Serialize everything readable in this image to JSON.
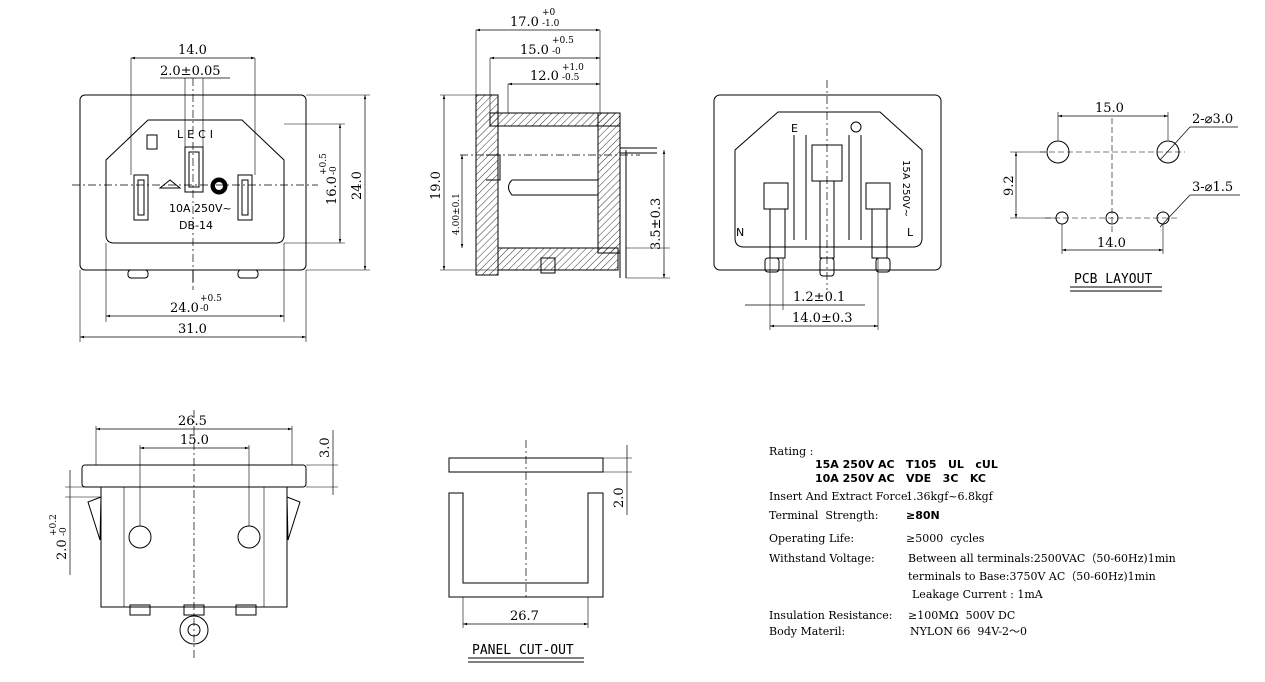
{
  "front_view": {
    "dim_width_top": "14.0",
    "dim_pin_tol": "2.0±0.05",
    "dim_height_inner": "16.0",
    "dim_height_inner_tol_plus": "+0.5",
    "dim_height_inner_tol_minus": "-0",
    "dim_height_outer": "24.0",
    "dim_width_inner": "24.0",
    "dim_width_inner_tol_plus": "+0.5",
    "dim_width_inner_tol_minus": "-0",
    "dim_width_outer": "31.0",
    "marking_brand": "LECI",
    "marking_rating": "10A 250V~",
    "marking_model": "DB-14"
  },
  "side_view": {
    "dim_top": "17.0",
    "dim_top_tol_plus": "+0",
    "dim_top_tol_minus": "-1.0",
    "dim_mid": "15.0",
    "dim_mid_tol_plus": "+0.5",
    "dim_mid_tol_minus": "-0",
    "dim_low": "12.0",
    "dim_low_tol_plus": "+1.0",
    "dim_low_tol_minus": "-0.5",
    "dim_height": "19.0",
    "dim_height_small": "4.00±0.1",
    "dim_pin_len": "3.5±0.3"
  },
  "back_view": {
    "label_e": "E",
    "label_n": "N",
    "label_l": "L",
    "marking_rating": "15A 250V~",
    "dim_pin_width": "1.2±0.1",
    "dim_pin_span": "14.0±0.3"
  },
  "pcb_layout": {
    "dim_top": "15.0",
    "dim_hole_large": "2-⌀3.0",
    "dim_hole_small": "3-⌀1.5",
    "dim_vertical": "9.2",
    "dim_bottom": "14.0",
    "title": "PCB LAYOUT"
  },
  "bottom_view": {
    "dim_width": "26.5",
    "dim_hole_span": "15.0",
    "dim_flange": "3.0",
    "dim_side": "2.0",
    "dim_side_tol_plus": "+0.2",
    "dim_side_tol_minus": "-0"
  },
  "panel_cutout": {
    "dim_width": "26.7",
    "dim_thickness": "2.0",
    "title": "PANEL CUT-OUT"
  },
  "specs": {
    "rating_label": "Rating :",
    "rating_line1": "15A 250V AC   T105   UL   cUL",
    "rating_line2": "10A 250V AC   VDE   3C   KC",
    "rows": [
      {
        "label": "Insert And Extract Force:",
        "value": "1.36kgf~6.8kgf"
      },
      {
        "label": "Terminal  Strength:",
        "value": "≥80N"
      },
      {
        "label": "Operating Life:",
        "value": "≥5000  cycles"
      },
      {
        "label": "Withstand Voltage:",
        "value": "Between all terminals:2500VAC（50-60Hz)1min"
      },
      {
        "label": "",
        "value": "terminals to Base:3750V AC（50-60Hz)1min"
      },
      {
        "label": "",
        "value": "Leakage Current : 1mA"
      },
      {
        "label": "Insulation Resistance:",
        "value": "≥100MΩ  500V DC"
      },
      {
        "label": "Body Materil:",
        "value": "NYLON 66  94V-2～0"
      }
    ]
  }
}
